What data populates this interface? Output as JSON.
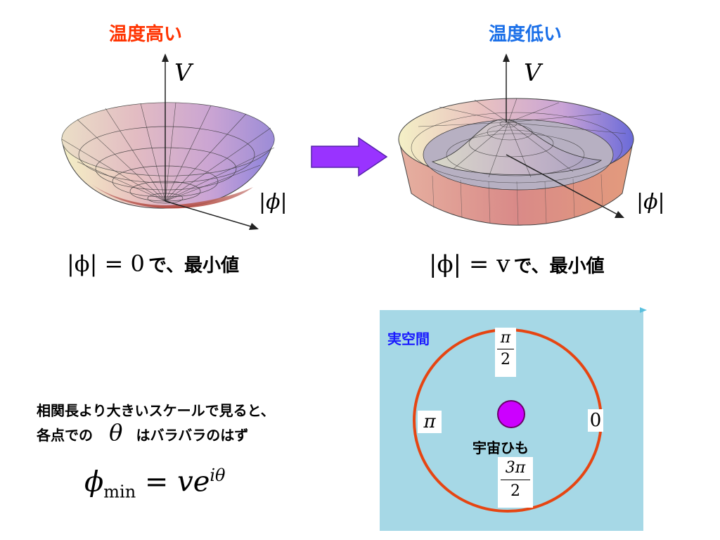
{
  "left_panel": {
    "title": "温度高い",
    "title_color": "#ff3300",
    "axis_v": "V",
    "axis_phi": "|ϕ|",
    "caption_math": "|ϕ| = 0",
    "caption_text": "で、最小値"
  },
  "right_panel": {
    "title": "温度低い",
    "title_color": "#1a6fe8",
    "axis_v": "V",
    "axis_phi": "|ϕ|",
    "caption_math": "|ϕ| = v",
    "caption_text": "で、最小値"
  },
  "arrow_color": "#9933ff",
  "text_block": {
    "line1": "相関長より大きいスケールで見ると、",
    "line2_prefix": "各点での",
    "theta": "θ",
    "line2_suffix": "はバラバラのはず"
  },
  "formula": {
    "lhs": "ϕ",
    "lhs_sub": "min",
    "rhs": "= ve",
    "rhs_sup": "iθ"
  },
  "real_space_box": {
    "title": "実空間",
    "title_color": "#1a1aff",
    "bg_color": "#a6d8e6",
    "circle_color": "#e64512",
    "string_color": "#cc00ff",
    "string_label": "宇宙ひも",
    "label_top_num": "π",
    "label_top_den": "2",
    "label_left": "π",
    "label_right": "0",
    "label_bottom_num": "3π",
    "label_bottom_den": "2"
  }
}
